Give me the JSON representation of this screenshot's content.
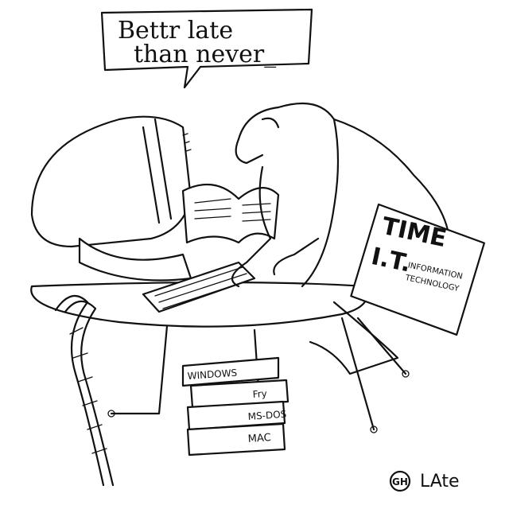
{
  "speech_bubble": {
    "line1": "Bettr late",
    "line2": "than never_"
  },
  "magazine": {
    "masthead": "TIME",
    "headline": "I.T.",
    "sub1": "INFORMATION",
    "sub2": "TECHNOLOGY"
  },
  "books": [
    {
      "label": "WINDOWS"
    },
    {
      "label": "Fry"
    },
    {
      "label": "MS-DOS"
    },
    {
      "label": "MAC"
    }
  ],
  "signature": {
    "mark": "GH",
    "text": "LAte"
  }
}
